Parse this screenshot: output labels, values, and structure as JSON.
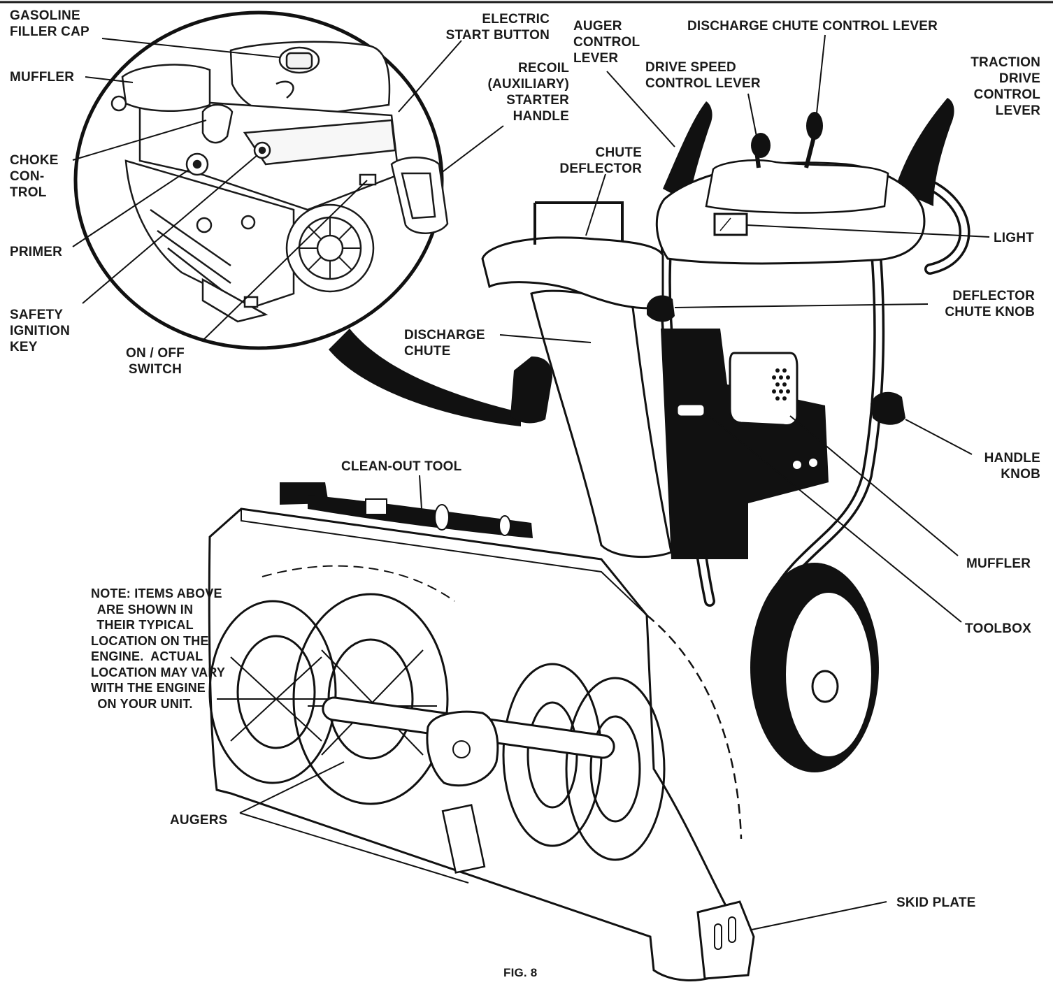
{
  "figure_label": "FIG. 8",
  "note": "NOTE: ITEMS ABOVE\nARE SHOWN IN\nTHEIR TYPICAL\nLOCATION ON THE\nENGINE.  ACTUAL\nLOCATION MAY VARY\nWITH THE ENGINE\nON YOUR UNIT.",
  "callouts": {
    "gasoline_filler_cap": "GASOLINE\nFILLER CAP",
    "muffler_engine": "MUFFLER",
    "choke_control": "CHOKE\nCON-\nTROL",
    "primer": "PRIMER",
    "safety_ignition_key": "SAFETY\nIGNITION\nKEY",
    "on_off_switch": "ON / OFF\nSWITCH",
    "electric_start_button": "ELECTRIC\nSTART BUTTON",
    "recoil_starter_handle": "RECOIL\n(AUXILIARY)\nSTARTER\nHANDLE",
    "auger_control_lever": "AUGER\nCONTROL\nLEVER",
    "discharge_chute_control_lever": "DISCHARGE CHUTE CONTROL LEVER",
    "drive_speed_control_lever": "DRIVE SPEED\nCONTROL LEVER",
    "traction_drive_control_lever": "TRACTION\nDRIVE\nCONTROL\nLEVER",
    "chute_deflector": "CHUTE\nDEFLECTOR",
    "light": "LIGHT",
    "deflector_chute_knob": "DEFLECTOR\nCHUTE KNOB",
    "discharge_chute": "DISCHARGE\nCHUTE",
    "handle_knob": "HANDLE\nKNOB",
    "clean_out_tool": "CLEAN-OUT TOOL",
    "muffler_unit": "MUFFLER",
    "toolbox": "TOOLBOX",
    "skid_plate": "SKID PLATE",
    "augers": "AUGERS"
  }
}
